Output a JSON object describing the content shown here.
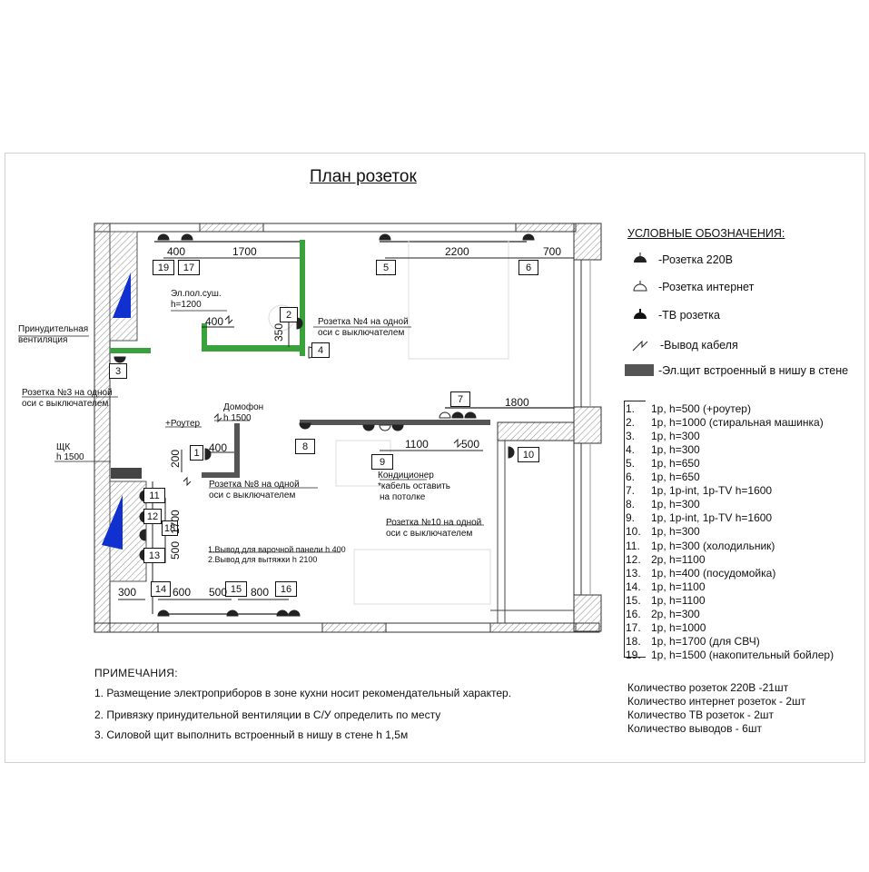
{
  "title": "План розеток",
  "legend": {
    "heading": "УСЛОВНЫЕ ОБОЗНАЧЕНИЯ:",
    "items": [
      {
        "icon": "socket-220v-icon",
        "label": "-Розетка 220В"
      },
      {
        "icon": "internet-socket-icon",
        "label": "-Розетка интернет"
      },
      {
        "icon": "tv-socket-icon",
        "label": "-ТВ розетка"
      },
      {
        "icon": "cable-output-icon",
        "label": "-Вывод кабеля"
      },
      {
        "icon": "panel-icon",
        "label": "-Эл.щит встроенный в нишу в стене"
      }
    ]
  },
  "spec_list": [
    {
      "n": "1.",
      "text": "1р, h=500 (+роутер)"
    },
    {
      "n": "2.",
      "text": "1р, h=1000 (стиральная машинка)"
    },
    {
      "n": "3.",
      "text": "1р, h=300"
    },
    {
      "n": "4.",
      "text": "1р, h=300"
    },
    {
      "n": "5.",
      "text": "1р, h=650"
    },
    {
      "n": "6.",
      "text": "1р, h=650"
    },
    {
      "n": "7.",
      "text": "1р, 1р-int, 1р-TV h=1600"
    },
    {
      "n": "8.",
      "text": "1р, h=300"
    },
    {
      "n": "9.",
      "text": "1р, 1р-int, 1р-TV h=1600"
    },
    {
      "n": "10.",
      "text": "1р, h=300"
    },
    {
      "n": "11.",
      "text": "1р, h=300 (холодильник)"
    },
    {
      "n": "12.",
      "text": "2р, h=1100"
    },
    {
      "n": "13.",
      "text": "1р, h=400 (посудомойка)"
    },
    {
      "n": "14.",
      "text": "1р, h=1100"
    },
    {
      "n": "15.",
      "text": "1р, h=1100"
    },
    {
      "n": "16.",
      "text": "2р, h=300"
    },
    {
      "n": "17.",
      "text": "1р, h=1000"
    },
    {
      "n": "18.",
      "text": "1р, h=1700 (для СВЧ)"
    },
    {
      "n": "19.",
      "text": "1р, h=1500 (накопительный бойлер)"
    }
  ],
  "totals": [
    "Количество розеток 220В -21шт",
    "Количество интернет розеток - 2шт",
    "Количество ТВ розеток - 2шт",
    "Количество выводов - 6шт"
  ],
  "notes": {
    "heading": "ПРИМЕЧАНИЯ:",
    "items": [
      "1. Размещение электроприборов в зоне кухни носит рекомендательный характер.",
      "2. Привязку принудительной вентиляции в С/У определить по месту",
      "3. Силовой щит выполнить встроенный в нишу в стене h 1,5м"
    ]
  },
  "plan": {
    "labels": {
      "el_pol_sush": "Эл.пол.суш.",
      "h1200": "h=1200",
      "rozetka4": "Розетка №4 на одной",
      "rozetka4b": "оси с выключателем",
      "ventilation": "Принудительная",
      "ventilation_b": "вентиляция",
      "rozetka3": "Розетка №3 на одной",
      "rozetka3b": "оси с выключателем",
      "domofon": "Домофон",
      "h1500": "h 1500",
      "router": "+Роутер",
      "shk": "ЩК",
      "shk_h": "h 1500",
      "rozetka8": "Розетка №8 на одной",
      "rozetka8b": "оси с выключателем",
      "konditsioner": "Кондиционер",
      "cable1": "*кабель оставить",
      "cable2": "на потолке",
      "rozetka10": "Розетка №10 на одной",
      "rozetka10b": "оси с выключателем",
      "vyvod1": "1.Вывод для варочной панели h 400",
      "vyvod2": "2.Вывод для вытяжки h 2100"
    },
    "dims": [
      "400",
      "1700",
      "2200",
      "700",
      "400",
      "350",
      "1800",
      "400",
      "200",
      "1100",
      "500",
      "1700",
      "500",
      "300",
      "600",
      "500",
      "800"
    ],
    "tags": [
      "19",
      "17",
      "5",
      "6",
      "2",
      "4",
      "3",
      "7",
      "1",
      "8",
      "9",
      "10",
      "11",
      "12",
      "18",
      "13",
      "14",
      "15",
      "16"
    ]
  }
}
